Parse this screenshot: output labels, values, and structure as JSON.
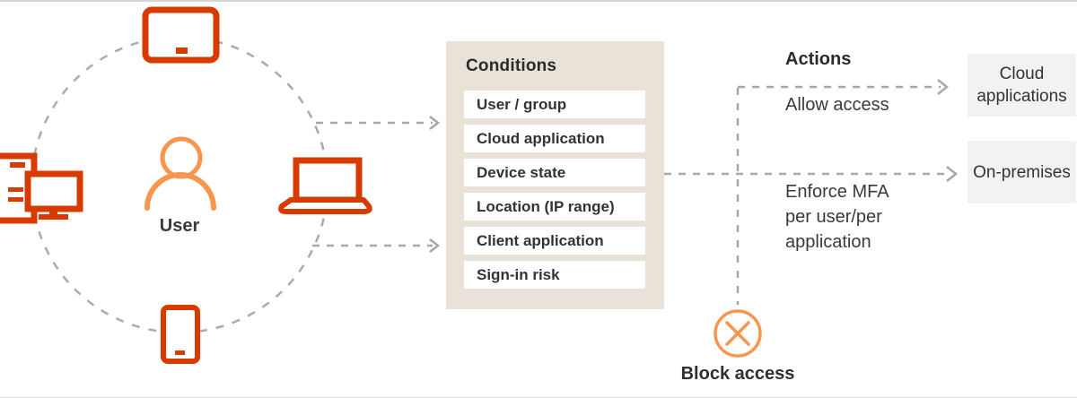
{
  "palette": {
    "device_orange": "#d83b01",
    "light_orange": "#f8954f",
    "dash_gray": "#a7a7a7",
    "conditions_bg": "#e9e2d9",
    "row_bg": "#ffffff",
    "dest_bg": "#f2f2f2",
    "text_dark": "#2b2b2b"
  },
  "icons": [
    "tablet-icon",
    "desktop-icon",
    "laptop-icon",
    "phone-icon",
    "user-icon",
    "block-access-icon"
  ],
  "user_hub": {
    "label": "User"
  },
  "conditions": {
    "title": "Conditions",
    "items": [
      "User / group",
      "Cloud application",
      "Device state",
      "Location (IP range)",
      "Client application",
      "Sign-in risk"
    ]
  },
  "actions": {
    "title": "Actions",
    "allow": "Allow access",
    "enforce": "Enforce MFA\nper user/per\napplication",
    "block": "Block access"
  },
  "destinations": {
    "cloud": "Cloud\napplications",
    "onprem": "On-premises"
  }
}
